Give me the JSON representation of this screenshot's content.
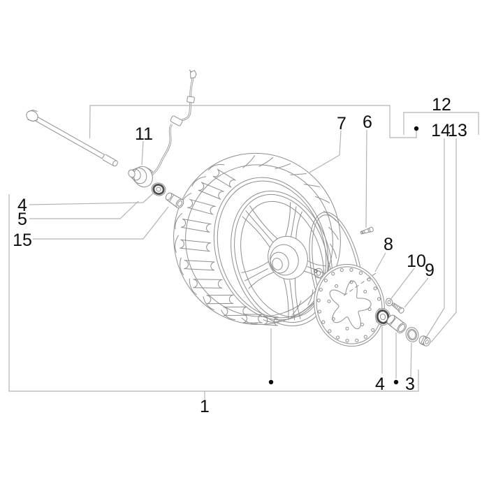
{
  "colors": {
    "background": "#ffffff",
    "line": "#8f8f8f",
    "leader": "#b3b3b3",
    "label": "#0d0d0d",
    "dark": "#4f4f4f"
  },
  "labels": {
    "n1": "1",
    "n3": "3",
    "n4a": "4",
    "n4b": "4",
    "n5": "5",
    "n6": "6",
    "n7": "7",
    "n8": "8",
    "n9": "9",
    "n10": "10",
    "n11": "11",
    "n12": "12",
    "n13": "13",
    "n14": "14",
    "n15": "15"
  }
}
